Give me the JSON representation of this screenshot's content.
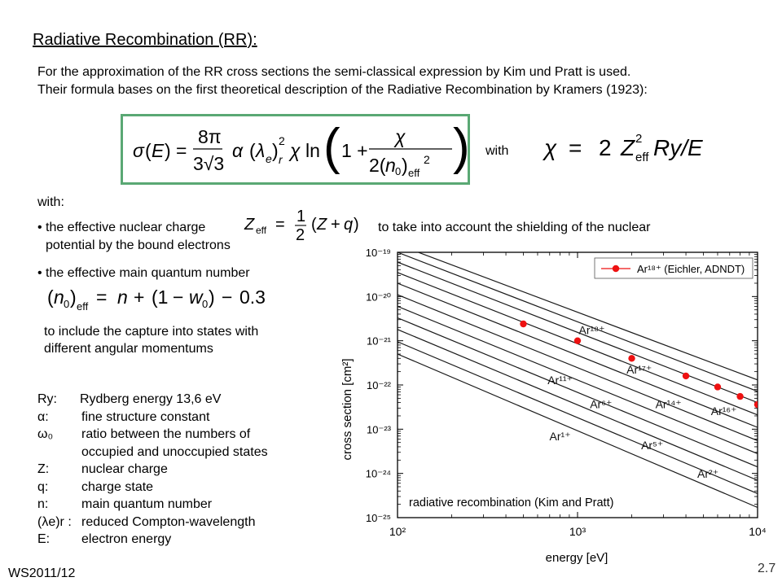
{
  "slide": {
    "title": "Radiative Recombination (RR):",
    "intro_line1": "For the approximation of the RR cross sections the semi-classical expression by Kim und Pratt is used.",
    "intro_line2": "Their formula bases on the first theoretical description of the Radiative Recombination by Kramers (1923):",
    "formula_sigma": "σ(E) = (8π / 3√3) α (λe)r² χ ln(1 + χ / 2(n0)eff²)",
    "with_label": "with",
    "formula_chi": "χ = 2 Zeff² Ry / E",
    "with_colon": "with:",
    "bullet1_pre": "• the effective nuclear charge",
    "formula_zeff": "Zeff = ½ (Z + q)",
    "bullet1_post": "to take into account the shielding of the nuclear",
    "bullet1_line2": "potential by the bound electrons",
    "bullet2": "• the effective main quantum number",
    "formula_n0": "(n0)eff = n + (1 − w0) − 0.3",
    "include_line1": "to include the capture into states with",
    "include_line2": "different angular momentums",
    "definitions": [
      {
        "sym": "Ry:",
        "desc": "Rydberg energy 13,6 eV"
      },
      {
        "sym": "α:",
        "desc": "fine structure constant"
      },
      {
        "sym": "ω₀",
        "desc": "ratio between the numbers of"
      },
      {
        "sym": "",
        "desc": "occupied and unoccupied states"
      },
      {
        "sym": "Z:",
        "desc": "nuclear charge"
      },
      {
        "sym": "q:",
        "desc": "charge state"
      },
      {
        "sym": "n:",
        "desc": "main quantum number"
      },
      {
        "sym": "(λe)r :",
        "desc": "reduced Compton-wavelength"
      },
      {
        "sym": "E:",
        "desc": "electron energy"
      }
    ],
    "footer_left": "WS2011/12",
    "page_number": "2.7"
  },
  "chart_data": {
    "type": "line",
    "xlabel": "energy [eV]",
    "ylabel": "cross section [cm²]",
    "x_scale": "log",
    "y_scale": "log",
    "xlim": [
      100,
      10000
    ],
    "ylim": [
      1e-25,
      1e-19
    ],
    "x_ticks": [
      "10²",
      "10³",
      "10⁴"
    ],
    "y_ticks": [
      "10⁻¹⁹",
      "10⁻²⁰",
      "10⁻²¹",
      "10⁻²²",
      "10⁻²³",
      "10⁻²⁴",
      "10⁻²⁵"
    ],
    "annotation": "radiative recombination (Kim and Pratt)",
    "legend": {
      "placement": "top-right",
      "label": "Ar¹⁸⁺ (Eichler, ADNDT)",
      "color": "#ee1111"
    },
    "curve_labels": [
      {
        "text": "Ar¹⁸⁺",
        "x": 1200,
        "y": 1.4e-21
      },
      {
        "text": "Ar¹⁷⁺",
        "x": 2200,
        "y": 1.8e-22
      },
      {
        "text": "Ar¹¹⁺",
        "x": 800,
        "y": 1.05e-22
      },
      {
        "text": "Ar⁶⁺",
        "x": 1350,
        "y": 3e-23
      },
      {
        "text": "Ar¹⁴⁺",
        "x": 3200,
        "y": 3e-23
      },
      {
        "text": "Ar¹⁶⁺",
        "x": 6500,
        "y": 2.1e-23
      },
      {
        "text": "Ar¹⁺",
        "x": 800,
        "y": 5.6e-24
      },
      {
        "text": "Ar⁵⁺",
        "x": 2600,
        "y": 3.5e-24
      },
      {
        "text": "Ar²⁺",
        "x": 5300,
        "y": 8e-25
      }
    ],
    "series": [
      {
        "x": [
          100,
          10000
        ],
        "y": [
          1.5e-19,
          1.3e-22
        ]
      },
      {
        "x": [
          100,
          10000
        ],
        "y": [
          1e-19,
          7.2e-23
        ]
      },
      {
        "x": [
          100,
          10000
        ],
        "y": [
          6e-20,
          4e-23
        ]
      },
      {
        "x": [
          100,
          10000
        ],
        "y": [
          3.5e-20,
          2.1e-23
        ]
      },
      {
        "x": [
          100,
          10000
        ],
        "y": [
          2e-20,
          1.1e-23
        ]
      },
      {
        "x": [
          100,
          10000
        ],
        "y": [
          1.1e-20,
          5.5e-24
        ]
      },
      {
        "x": [
          100,
          10000
        ],
        "y": [
          6e-21,
          2.8e-24
        ]
      },
      {
        "x": [
          100,
          10000
        ],
        "y": [
          3.3e-21,
          1.4e-24
        ]
      },
      {
        "x": [
          100,
          10000
        ],
        "y": [
          1.8e-21,
          7e-25
        ]
      },
      {
        "x": [
          100,
          10000
        ],
        "y": [
          9.5e-22,
          3.5e-25
        ]
      },
      {
        "x": [
          100,
          10000
        ],
        "y": [
          5e-22,
          1.7e-25
        ]
      }
    ],
    "points": {
      "x": [
        500,
        1000,
        2000,
        4000,
        6000,
        8000,
        10000
      ],
      "y": [
        2.4e-21,
        1e-21,
        4e-22,
        1.6e-22,
        9e-23,
        5.5e-23,
        3.6e-23
      ]
    }
  }
}
